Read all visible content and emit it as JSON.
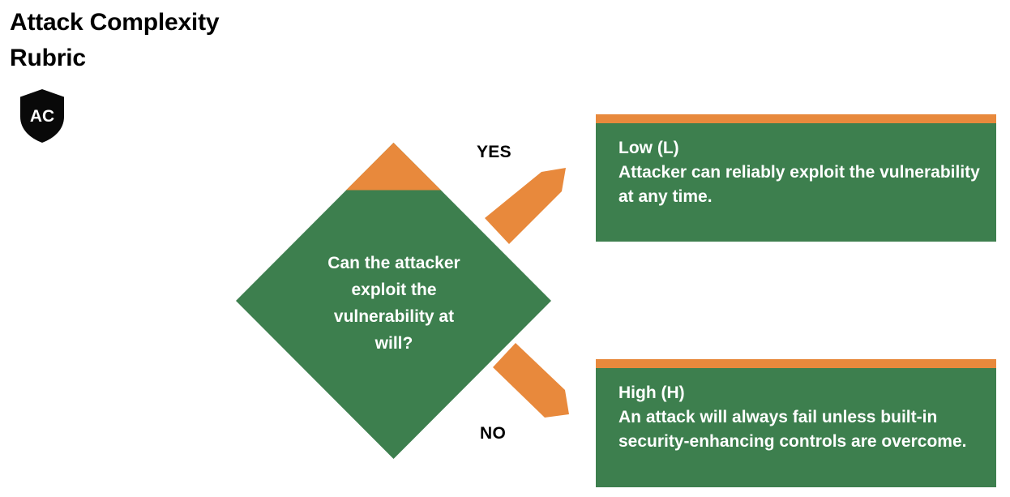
{
  "title": {
    "line1": "Attack Complexity",
    "line2": "Rubric"
  },
  "badge": {
    "icon": "shield-icon",
    "abbreviation": "AC"
  },
  "decision": {
    "question": "Can the attacker exploit the vulnerability at will?",
    "question_lines": [
      "Can the attacker",
      "exploit the",
      "vulnerability at",
      "will?"
    ]
  },
  "branches": [
    {
      "label": "YES",
      "leads_to": "Low (L)"
    },
    {
      "label": "NO",
      "leads_to": "High (H)"
    }
  ],
  "outcomes": [
    {
      "heading": "Low (L)",
      "description": "Attacker can reliably exploit the vulnerability at any time."
    },
    {
      "heading": "High (H)",
      "description": "An attack will always fail unless built-in security-enhancing controls are overcome."
    }
  ],
  "colors": {
    "green": "#3D7F4E",
    "orange": "#E8893C",
    "text_dark": "#000000",
    "text_light": "#FFFFFF",
    "background": "#FFFFFF"
  }
}
